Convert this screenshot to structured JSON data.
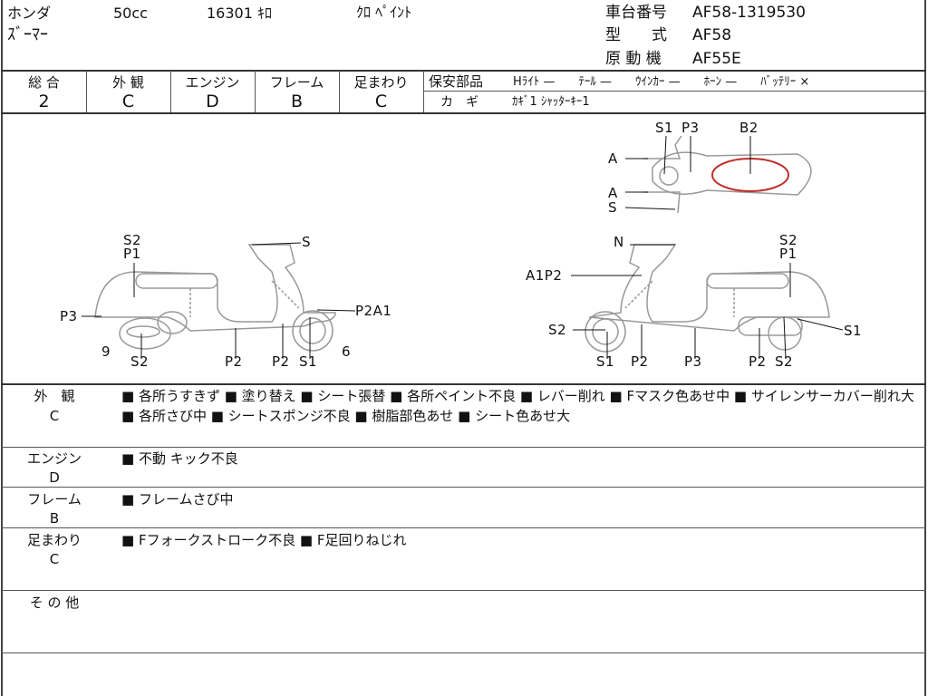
{
  "header": {
    "maker": "ホンダ",
    "displacement": "50cc",
    "mileage": "16301 ｷﾛ",
    "color": "ｸﾛ ﾍﾟｲﾝﾄ",
    "model_name": "ｽﾞｰﾏｰ",
    "frame_no_label": "車台番号",
    "frame_no": "AF58-1319530",
    "type_label": "型　　式",
    "type": "AF58",
    "engine_label": "原 動 機",
    "engine": "AF55E"
  },
  "grades": [
    {
      "label": "総 合",
      "value": "2"
    },
    {
      "label": "外 観",
      "value": "C"
    },
    {
      "label": "エンジン",
      "value": "D"
    },
    {
      "label": "フレーム",
      "value": "B"
    },
    {
      "label": "足まわり",
      "value": "C"
    }
  ],
  "safety": {
    "label": "保安部品",
    "items": "Hﾗｲﾄ —　　ﾃｰﾙ —　　ｳｲﾝｶｰ —　　ﾎｰﾝ —　　ﾊﾞｯﾃﾘｰ ×",
    "key_label": "カ　ギ",
    "key": "ｶｷﾞ1 ｼｬｯﾀｰｷｰ1"
  },
  "diagram": {
    "left": [
      "S2",
      "P1",
      "S",
      "P3",
      "P2A1",
      "9",
      "S2",
      "P2",
      "P2",
      "S1",
      "6"
    ],
    "top": [
      "S1",
      "P3",
      "B2",
      "A",
      "A",
      "S"
    ],
    "right": [
      "N",
      "S2",
      "P1",
      "A1P2",
      "S2",
      "S1",
      "S1",
      "P2",
      "P3",
      "P2",
      "S2"
    ]
  },
  "sections": [
    {
      "title": "外　観",
      "grade": "C",
      "text": "■ 各所うすきず ■ 塗り替え ■ シート張替 ■ 各所ペイント不良 ■ レバー削れ ■ Fマスク色あせ中 ■ サイレンサーカバー削れ大 ■ 各所さび中 ■ シートスポンジ不良 ■ 樹脂部色あせ ■ シート色あせ大"
    },
    {
      "title": "エンジン",
      "grade": "D",
      "text": "■ 不動 キック不良"
    },
    {
      "title": "フレーム",
      "grade": "B",
      "text": "■ フレームさび中"
    },
    {
      "title": "足まわり",
      "grade": "C",
      "text": "■ Fフォークストローク不良 ■ F足回りねじれ"
    },
    {
      "title": "そ の 他",
      "grade": "",
      "text": ""
    }
  ],
  "colors": {
    "damage_mark": "#c0302a"
  }
}
